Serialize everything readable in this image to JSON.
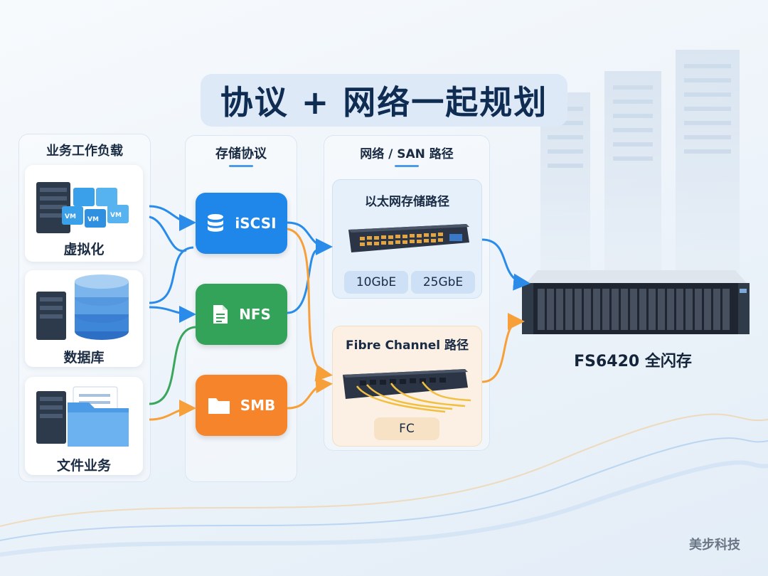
{
  "title": "协议 + 网络一起规划",
  "workloads": {
    "heading": "业务工作负载",
    "items": [
      {
        "label": "虚拟化",
        "vm_badge": "VM"
      },
      {
        "label": "数据库"
      },
      {
        "label": "文件业务"
      }
    ]
  },
  "protocols": {
    "heading": "存储协议",
    "items": [
      {
        "label": "iSCSI",
        "color": "#1f86ea",
        "icon": "database-icon"
      },
      {
        "label": "NFS",
        "color": "#33a35a",
        "icon": "document-icon"
      },
      {
        "label": "SMB",
        "color": "#f5842a",
        "icon": "folder-icon"
      }
    ]
  },
  "network": {
    "heading": "网络 / SAN 路径",
    "ethernet": {
      "title": "以太网存储路径",
      "speeds": [
        "10GbE",
        "25GbE"
      ]
    },
    "fc": {
      "title": "Fibre Channel 路径",
      "tag": "FC"
    }
  },
  "storage": {
    "label": "FS6420 全闪存"
  },
  "brand": "美步科技",
  "colors": {
    "blue_flow": "#2a8ce8",
    "green_flow": "#3aa65e",
    "orange_flow": "#f7a03a"
  }
}
